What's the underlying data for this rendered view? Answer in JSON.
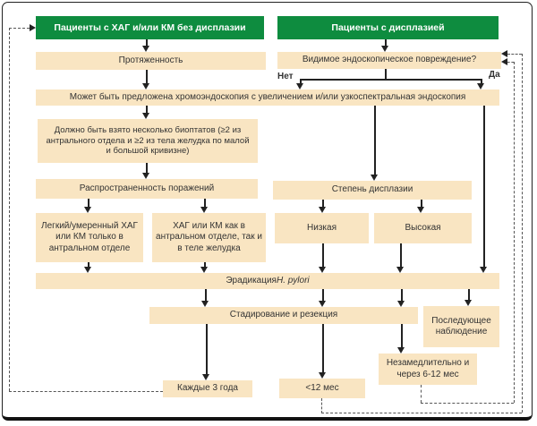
{
  "palette": {
    "header_green": "#0e8c3f",
    "box_beige": "#f9e5c2",
    "text": "#333333",
    "line": "#222222"
  },
  "nodes": {
    "patients_no_dysplasia": "Пациенты с ХАГ и/или КМ без дисплазии",
    "patients_dysplasia": "Пациенты с дисплазией",
    "extent": "Протяженность",
    "visible_lesion_question": "Видимое эндоскопическое повреждение?",
    "no_label": "Нет",
    "yes_label": "Да",
    "chromoendoscopy": "Может быть предложена хромоэндоскопия с увеличением и/или узкоспектральная эндоскопия",
    "biopsies": "Должно быть взято несколько биоптатов (≥2 из антрального отдела и ≥2 из тела желудка по малой и большой кривизне)",
    "lesion_spread": "Распространенность поражений",
    "dysplasia_grade": "Степень дисплазии",
    "mild_antral_only": "Легкий/умеренный ХАГ или КМ только в антральном отделе",
    "antral_and_body": "ХАГ или КМ как в антральном отделе, так и в теле желудка",
    "low_grade": "Низкая",
    "high_grade": "Высокая",
    "eradication_prefix": "Эрадикация ",
    "eradication_italic": "H. pylori",
    "staging_resection": "Стадирование и резекция",
    "followup_observation": "Последующее наблюдение",
    "immediate_and_6_12": "Незамедлительно и через 6-12 мес",
    "less_12_months": "<12 мес",
    "every_3_years": "Каждые 3 года"
  }
}
